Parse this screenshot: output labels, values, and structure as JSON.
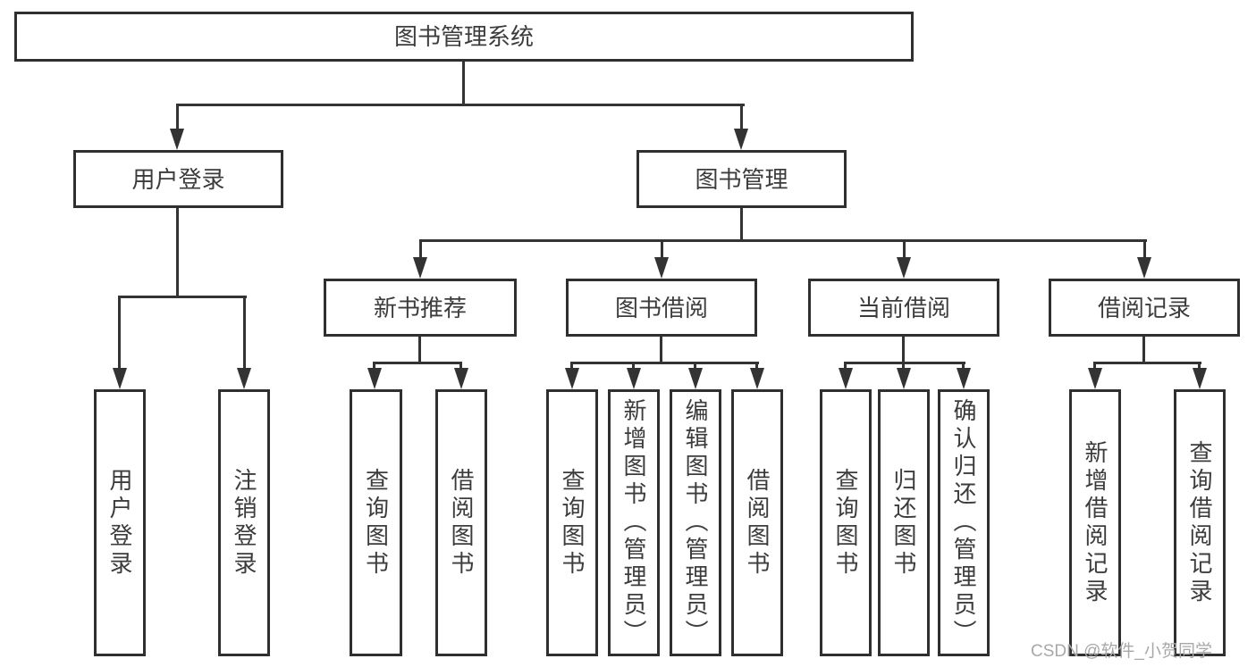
{
  "tree": {
    "root": {
      "label": "图书管理系统"
    },
    "level2": [
      {
        "label": "用户登录",
        "children": [
          {
            "label": "用户登录"
          },
          {
            "label": "注销登录"
          }
        ]
      },
      {
        "label": "图书管理",
        "children": [
          {
            "label": "新书推荐",
            "children": [
              {
                "label": "查询图书"
              },
              {
                "label": "借阅图书"
              }
            ]
          },
          {
            "label": "图书借阅",
            "children": [
              {
                "label": "查询图书"
              },
              {
                "label": "新增图书（管理员）"
              },
              {
                "label": "编辑图书（管理员）"
              },
              {
                "label": "借阅图书"
              }
            ]
          },
          {
            "label": "当前借阅",
            "children": [
              {
                "label": "查询图书"
              },
              {
                "label": "归还图书"
              },
              {
                "label": "确认归还（管理员）"
              }
            ]
          },
          {
            "label": "借阅记录",
            "children": [
              {
                "label": "新增借阅记录"
              },
              {
                "label": "查询借阅记录"
              }
            ]
          }
        ]
      }
    ]
  },
  "watermark": {
    "text": "CSDN @软件_小贺同学"
  },
  "colors": {
    "box_border": "#2f2f2f",
    "connector_line": "#333333",
    "text": "#3c3c3c",
    "watermark_text": "#a8a8a8",
    "background": "#ffffff"
  }
}
